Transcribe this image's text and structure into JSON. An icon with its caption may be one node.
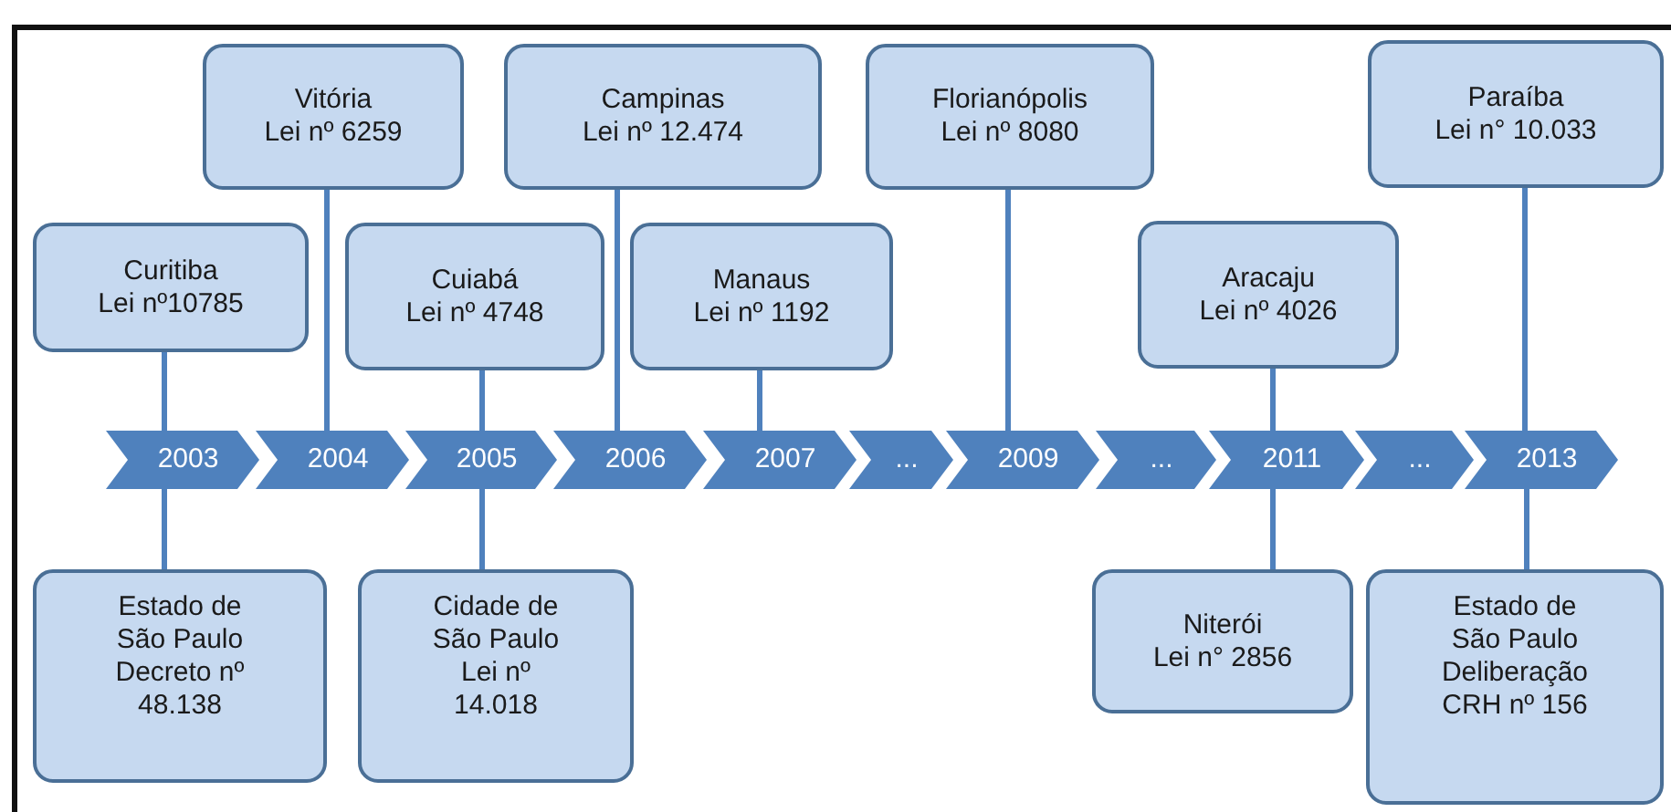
{
  "diagram": {
    "nodes": [
      {
        "text": [
          "Vitória",
          "Lei nº 6259"
        ]
      },
      {
        "text": [
          "Campinas",
          "Lei nº 12.474"
        ]
      },
      {
        "text": [
          "Florianópolis",
          "Lei nº 8080"
        ]
      },
      {
        "text": [
          "Paraíba",
          "Lei n° 10.033"
        ]
      },
      {
        "text": [
          "Curitiba",
          "Lei nº10785"
        ]
      },
      {
        "text": [
          "Cuiabá",
          "Lei nº 4748"
        ]
      },
      {
        "text": [
          "Manaus",
          "Lei nº 1192"
        ]
      },
      {
        "text": [
          "Aracaju",
          "Lei nº 4026"
        ]
      },
      {
        "text": [
          "2003"
        ]
      },
      {
        "text": [
          "2004"
        ]
      },
      {
        "text": [
          "2005"
        ]
      },
      {
        "text": [
          "2006"
        ]
      },
      {
        "text": [
          "2007"
        ]
      },
      {
        "text": [
          "..."
        ]
      },
      {
        "text": [
          "2009"
        ]
      },
      {
        "text": [
          "..."
        ]
      },
      {
        "text": [
          "2011"
        ]
      },
      {
        "text": [
          "..."
        ]
      },
      {
        "text": [
          "2013"
        ]
      },
      {
        "text": [
          "Estado de São Paulo",
          "Decreto nº 48.138"
        ]
      },
      {
        "text": [
          "Cidade de São Paulo",
          "Lei nº 14.018"
        ]
      },
      {
        "text": [
          "Niterói",
          "Lei n° 2856"
        ]
      },
      {
        "text": [
          "Estado de São Paulo",
          "Deliberação CRH nº 156"
        ]
      }
    ],
    "edges": [
      {
        "from": 4,
        "to": 8,
        "arrow": "none"
      },
      {
        "from": 0,
        "to": 9,
        "arrow": "none"
      },
      {
        "from": 5,
        "to": 10,
        "arrow": "none"
      },
      {
        "from": 1,
        "to": 11,
        "arrow": "none"
      },
      {
        "from": 6,
        "to": 12,
        "arrow": "none"
      },
      {
        "from": 2,
        "to": 14,
        "arrow": "none"
      },
      {
        "from": 7,
        "to": 16,
        "arrow": "none"
      },
      {
        "from": 3,
        "to": 18,
        "arrow": "none"
      },
      {
        "from": 8,
        "to": 19,
        "arrow": "none"
      },
      {
        "from": 10,
        "to": 20,
        "arrow": "none"
      },
      {
        "from": 16,
        "to": 21,
        "arrow": "none"
      },
      {
        "from": 18,
        "to": 22,
        "arrow": "none"
      }
    ]
  }
}
